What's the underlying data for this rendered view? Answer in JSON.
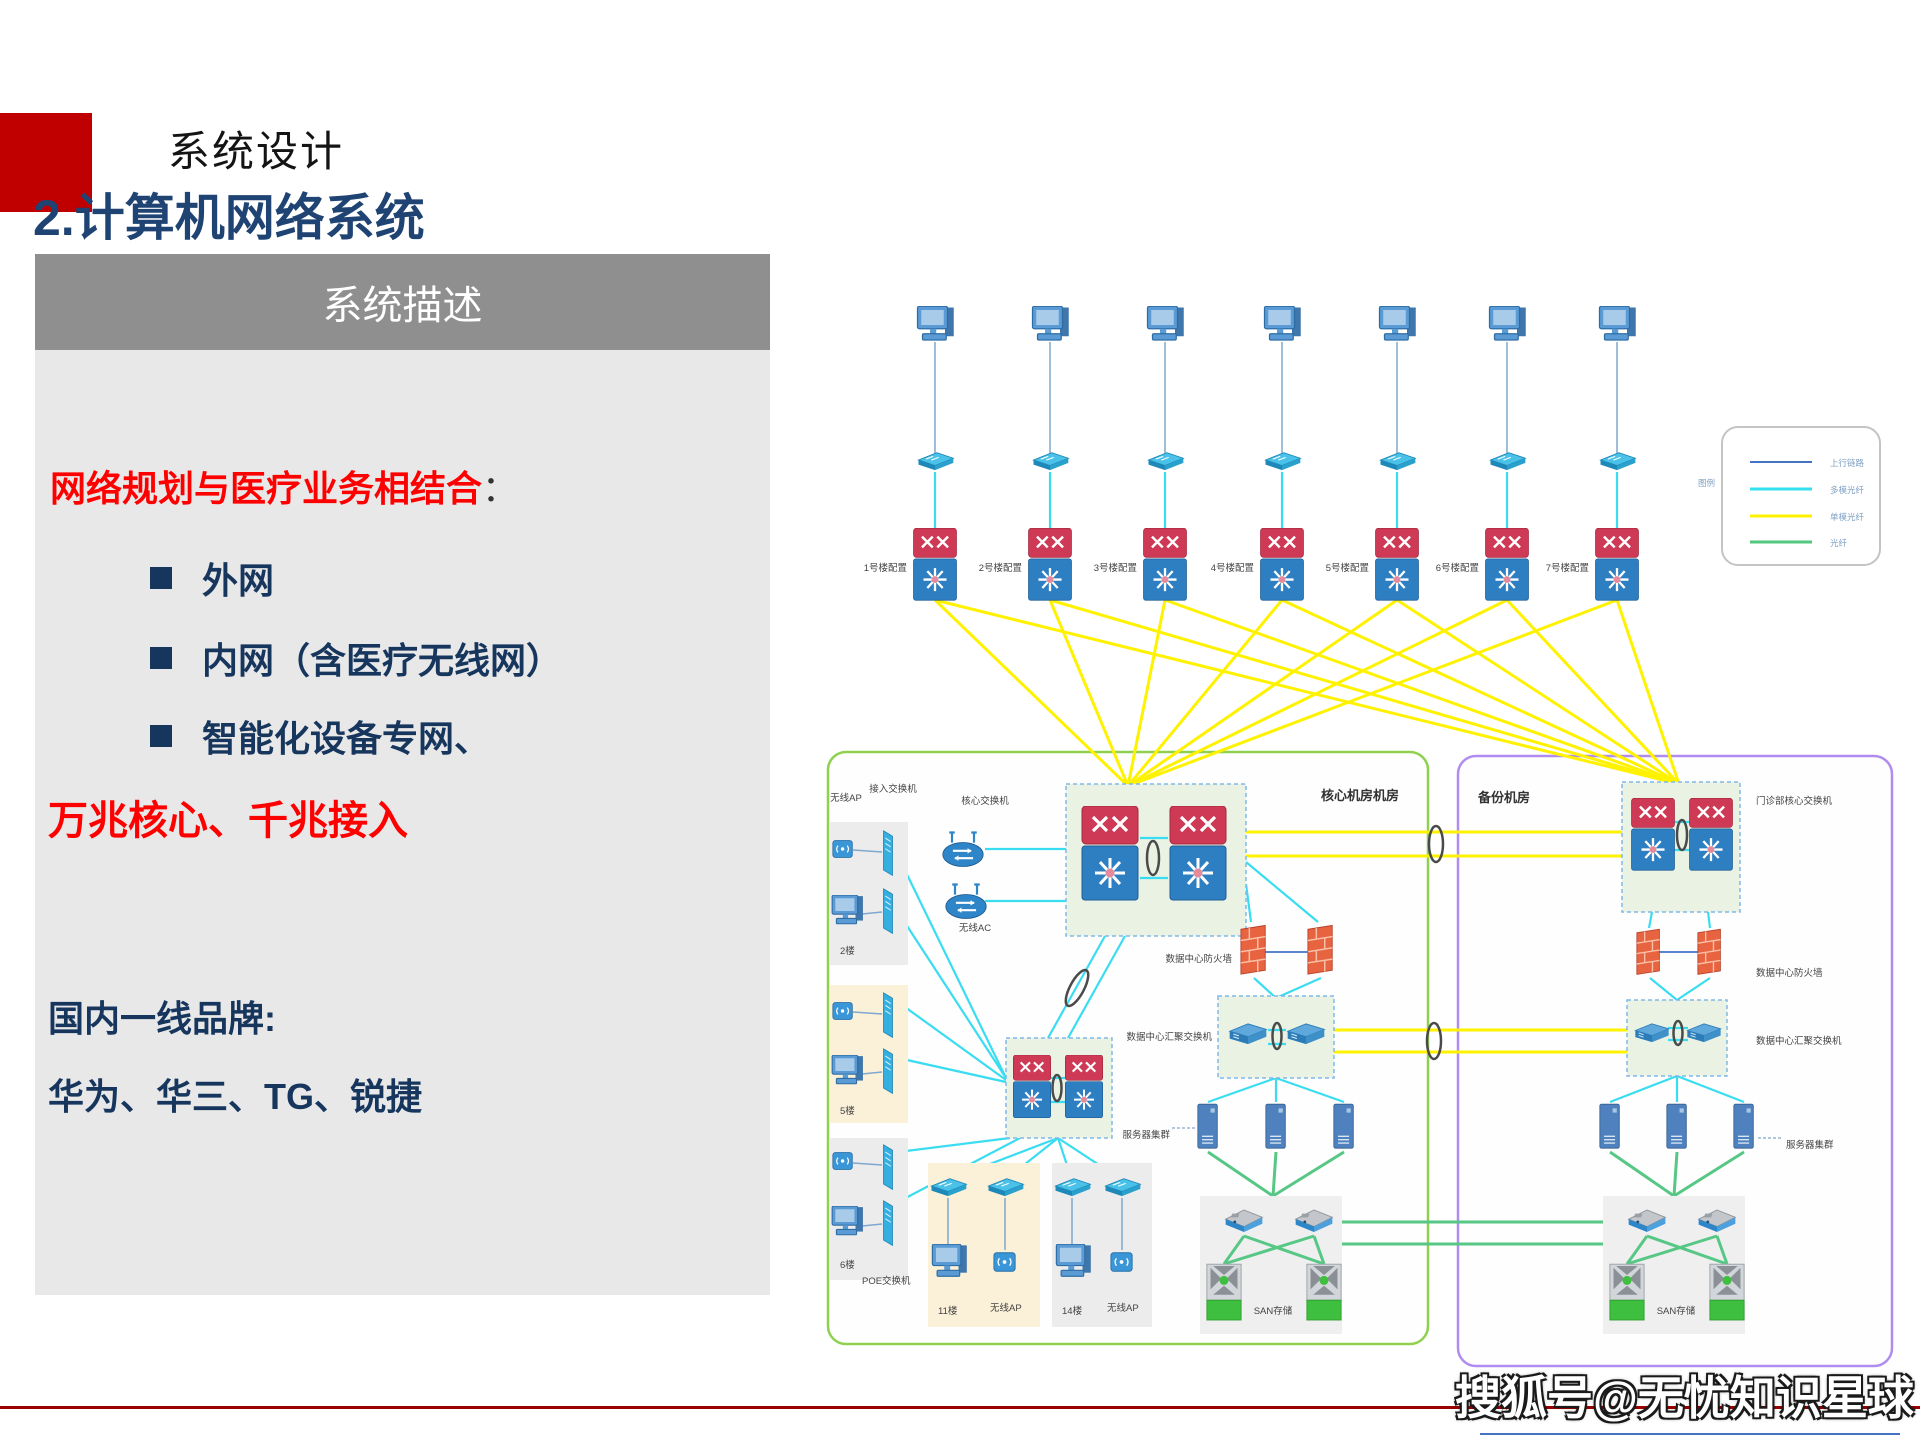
{
  "slide": {
    "section_title": "系统设计",
    "page_title": "2.计算机网络系统",
    "panel": {
      "header": "系统描述",
      "intro": "网络规划与医疗业务相结合",
      "intro_colon": "：",
      "bullets": [
        "外网",
        "内网（含医疗无线网）",
        "智能化设备专网、"
      ],
      "highlight": "万兆核心、千兆接入",
      "brand_title": "国内一线品牌:",
      "brand_list": "华为、华三、TG、锐捷"
    },
    "watermark": "搜狐号@无忧知识星球"
  },
  "diagram": {
    "buildings": [
      "1号楼配置",
      "2号楼配置",
      "3号楼配置",
      "4号楼配置",
      "5号楼配置",
      "6号楼配置",
      "7号楼配置"
    ],
    "rooms": {
      "core": "核心机房机房",
      "backup": "备份机房"
    },
    "legend": {
      "caption": "图例",
      "items": [
        {
          "label": "上行链路",
          "color": "#4472C4"
        },
        {
          "label": "多模光纤",
          "color": "#33E0F0"
        },
        {
          "label": "单模光纤",
          "color": "#FFF200"
        },
        {
          "label": "光纤",
          "color": "#52C77E"
        }
      ]
    },
    "labels": {
      "wireless_ap": "无线AP",
      "access_switch": "接入交换机",
      "core_switch": "核心交换机",
      "wireless_ac": "无线AC",
      "floor_2": "2楼",
      "floor_5": "5楼",
      "floor_6": "6楼",
      "poe_switch": "POE交换机",
      "floor_11": "11楼",
      "floor_14": "14楼",
      "wireless_ap_11": "无线AP",
      "wireless_ap_14": "无线AP",
      "dc_firewall": "数据中心防火墙",
      "dc_agg_switch": "数据中心汇聚交换机",
      "server_cluster": "服务器集群",
      "san_storage": "SAN存储",
      "outpatient_core": "门诊部核心交换机"
    },
    "link_colors": {
      "access": "#33E0F0",
      "backbone": "#FFF200",
      "fiber": "#52C77E",
      "uplink": "#4472C4"
    }
  }
}
